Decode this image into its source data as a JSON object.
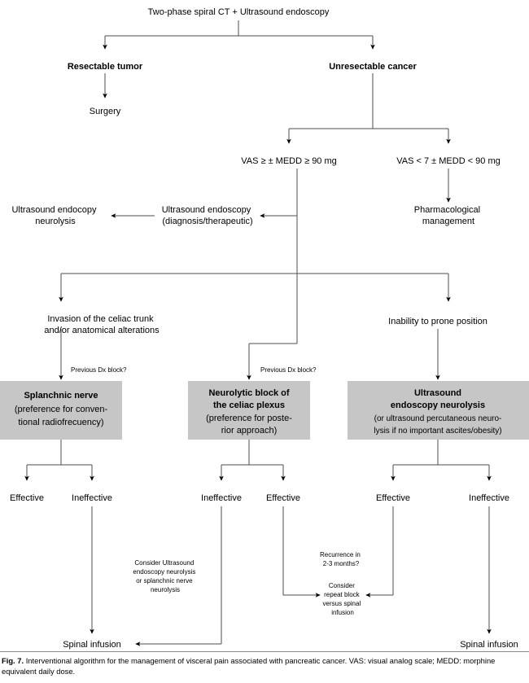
{
  "figure": {
    "title": "Interventional algorithm for the management of visceral pain associated with pancreatic cancer",
    "caption_number": "Fig. 7.",
    "caption_text": "Interventional algorithm for the management of visceral pain associated with pancreatic cancer. VAS: visual analog scale; MEDD: morphine equivalent daily dose.",
    "box_fill_color": "#c6c6c6",
    "line_color": "#4d4d4d",
    "text_color": "#000000"
  },
  "nodes": {
    "root": "Two-phase spiral CT + Ultrasound endoscopy",
    "resectable": "Resectable tumor",
    "unresectable": "Unresectable cancer",
    "surgery": "Surgery",
    "vas_high": "VAS ≥ ± MEDD ≥ 90 mg",
    "vas_low": "VAS < 7 ± MEDD < 90 mg",
    "us_endoscopy_l1": "Ultrasound endoscopy",
    "us_endoscopy_l2": "(diagnosis/therapeutic)",
    "us_endocopy_neuro_l1": "Ultrasound endocopy",
    "us_endocopy_neuro_l2": "neurolysis",
    "pharma_l1": "Pharmacological",
    "pharma_l2": "management",
    "invasion_l1": "Invasion of the celiac trunk",
    "invasion_l2": "and/or anatomical alterations",
    "inability": "Inability to prone position",
    "prev_dx_1": "Previous Dx block?",
    "prev_dx_2": "Previous Dx block?",
    "spinal_infusion_left": "Spinal infusion",
    "spinal_infusion_right": "Spinal infusion"
  },
  "gray_boxes": [
    {
      "name": "splanchnic-nerve",
      "lines": [
        {
          "text": "Splanchnic nerve",
          "bold": true
        },
        {
          "text": "(preference for conven-",
          "bold": false
        },
        {
          "text": "tional radiofrecuency)",
          "bold": false
        }
      ]
    },
    {
      "name": "neurolytic-block-celiac-plexus",
      "lines": [
        {
          "text": "Neurolytic block of",
          "bold": true
        },
        {
          "text": "the celiac plexus",
          "bold": true
        },
        {
          "text": "(preference for poste-",
          "bold": false
        },
        {
          "text": "rior approach)",
          "bold": false
        }
      ]
    },
    {
      "name": "ultrasound-endoscopy-neurolysis",
      "lines": [
        {
          "text": "Ultrasound",
          "bold": true
        },
        {
          "text": "endoscopy neurolysis",
          "bold": true
        },
        {
          "text": "(or ultrasound percutaneous neuro-",
          "bold": false
        },
        {
          "text": "lysis if no important ascites/obesity)",
          "bold": false
        }
      ]
    }
  ],
  "outcomes": {
    "b1_left": "Effective",
    "b1_right": "Ineffective",
    "b2_left": "Ineffective",
    "b2_right": "Effective",
    "b3_left": "Effective",
    "b3_right": "Ineffective"
  },
  "annotations": {
    "consider_us": [
      "Consider Ultrasound",
      "endoscopy neurolysis",
      "or splanchnic nerve",
      "neurolysis"
    ],
    "recurrence": [
      "Recurrence in",
      "2-3 months?"
    ],
    "consider_repeat": [
      "Consider",
      "repeat block",
      "versus spinal",
      "infusion"
    ]
  }
}
